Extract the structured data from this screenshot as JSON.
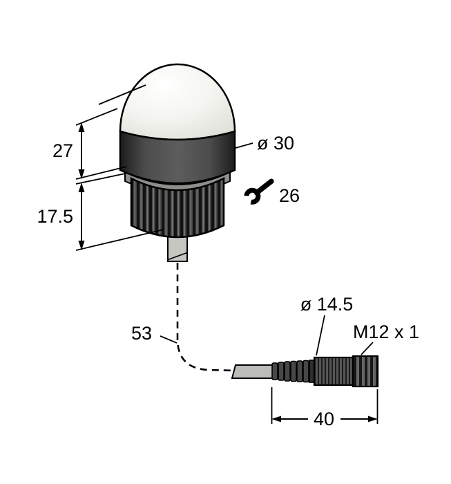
{
  "labels": {
    "dome_height": "27",
    "base_height": "17.5",
    "dome_diameter": "ø 30",
    "wrench_size": "26",
    "cable_length": "53",
    "connector_diameter": "ø 14.5",
    "thread_spec": "M12 x 1",
    "connector_length": "40"
  },
  "colors": {
    "line": "#000000",
    "background": "#ffffff",
    "dome_fill": "#f3f3ef",
    "housing_fill": "#3f3f3f",
    "cable_fill": "#bcbcb8"
  }
}
